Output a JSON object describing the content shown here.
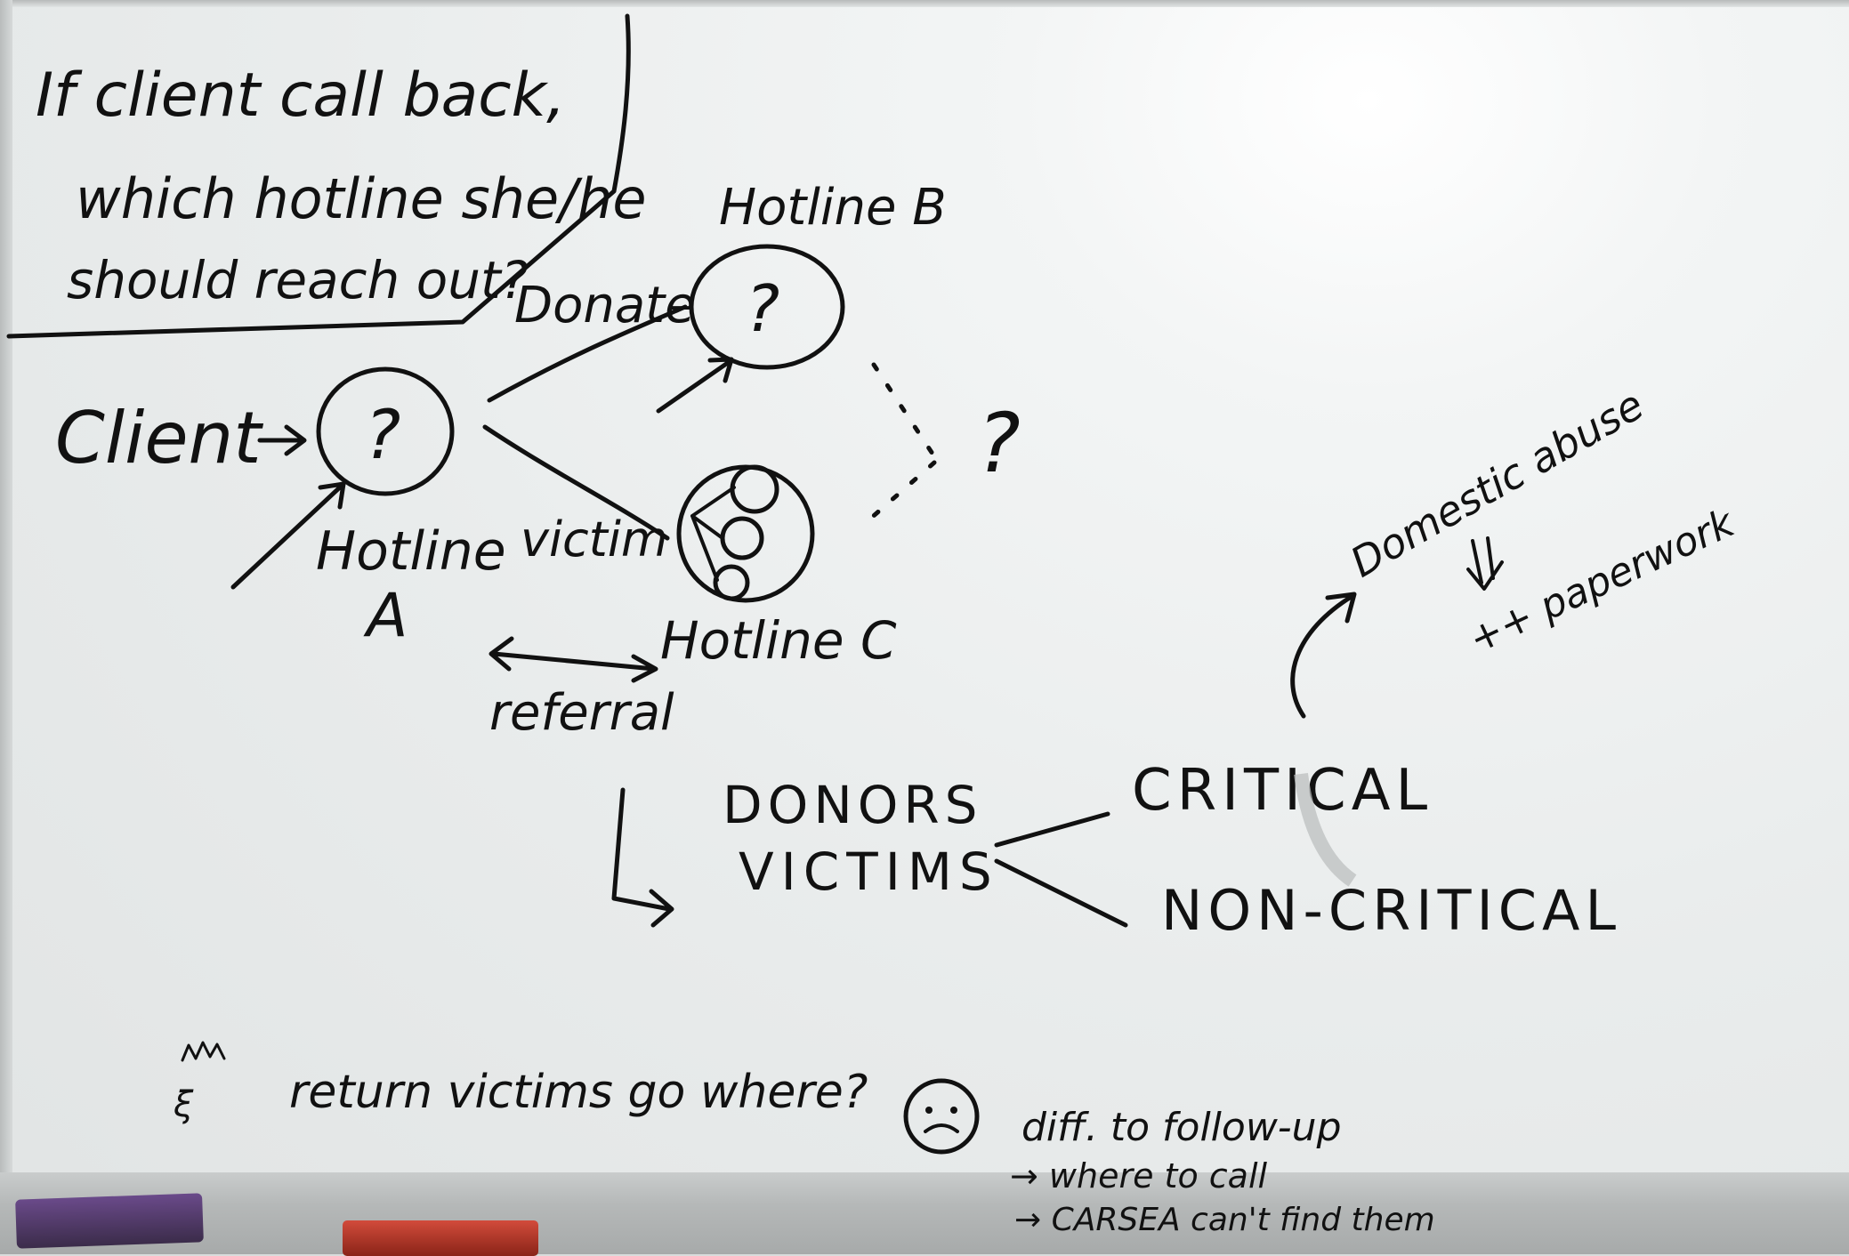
{
  "question": {
    "line1": "If client call back,",
    "line2": "which hotline she/he",
    "line3": "should reach out?"
  },
  "diagram": {
    "client_label": "Client",
    "question_mark": "?",
    "hotline_a_line1": "Hotline",
    "hotline_a_line2": "A",
    "hotline_b": "Hotline B",
    "hotline_c": "Hotline C",
    "edge_donate": "Donate",
    "edge_victim": "victim",
    "referral": "referral",
    "dotted_question": "?"
  },
  "categories": {
    "donors": "DONORS",
    "victims": "VICTIMS",
    "critical": "CRITICAL",
    "non_critical": "NON-CRITICAL",
    "domestic_abuse": "Domestic abuse",
    "paperwork": "++ paperwork"
  },
  "notes": {
    "return_victims": "return victims go where?",
    "diff_follow_up": "diff. to follow-up",
    "where_to_call": "→ where to call",
    "carsea": "→ CARSEA can't find them"
  },
  "colors": {
    "ink": "#111111",
    "board": "#eef0f0",
    "eraser_red": "#c0392b",
    "eraser_purple": "#6a4a8a"
  }
}
